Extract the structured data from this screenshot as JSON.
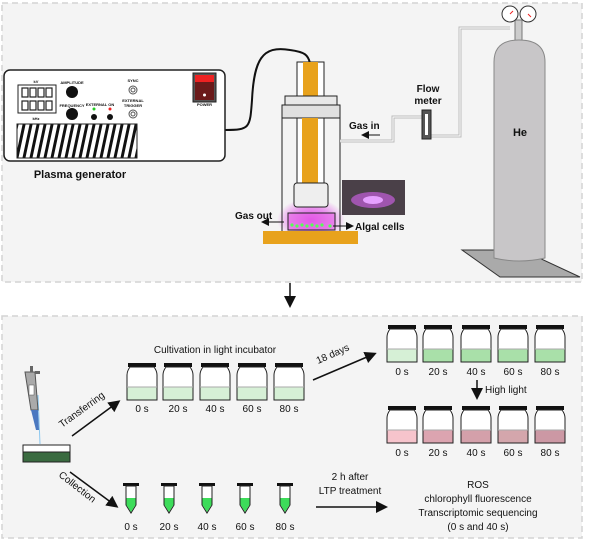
{
  "top": {
    "generator": {
      "label": "Plasma generator",
      "kv": "kV",
      "khz": "kHz",
      "amplitude": "AMPLITUDE",
      "frequency": "FREQUENCY",
      "external_on": "EXTERNAL  ON",
      "sync": "SYNC",
      "external_trigger_1": "EXTERNAL",
      "external_trigger_2": "TRIGGER",
      "power": "POWER"
    },
    "gas_in": "Gas in",
    "gas_out": "Gas out",
    "algal_cells": "Algal cells",
    "flow_meter_1": "Flow",
    "flow_meter_2": "meter",
    "cylinder": "He"
  },
  "bottom": {
    "transferring": "Transferring",
    "collection": "Collection",
    "cultivation_title": "Cultivation in light incubator",
    "days": "18 days",
    "high_light": "High light",
    "times": [
      "0 s",
      "20 s",
      "40 s",
      "60 s",
      "80 s"
    ],
    "after_1": "2 h after",
    "after_2": "LTP treatment",
    "outputs": [
      "ROS",
      "chlorophyll fluorescence",
      "Transcriptomic sequencing",
      "(0 s and 40 s)"
    ]
  },
  "colors": {
    "orange": "#e8a21c",
    "plasma": "#e040e8",
    "green_light": "#d6f0d6",
    "green_med": "#a9e0a9",
    "pink": [
      "#f6c4cc",
      "#dca4b0",
      "#d4a0aa",
      "#d4a6ac",
      "#cc98a4"
    ],
    "tube_green": "#3ddc5a"
  }
}
